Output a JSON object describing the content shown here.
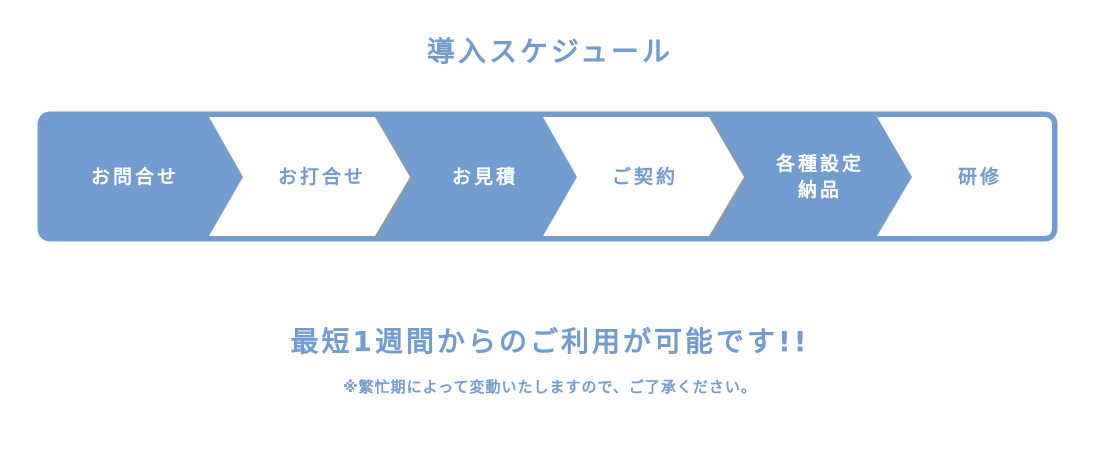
{
  "title": "導入スケジュール",
  "steps": [
    "お問合せ",
    "お打合せ",
    "お見積",
    "ご契約",
    "各種設定\n納品",
    "研修"
  ],
  "headline": "最短1週間からのご利用が可能です!!",
  "note": "※繁忙期によって変動いたしますので、ご了承ください。",
  "colors": {
    "accent": "#729bcf",
    "shadow": "#8a9aa8"
  }
}
